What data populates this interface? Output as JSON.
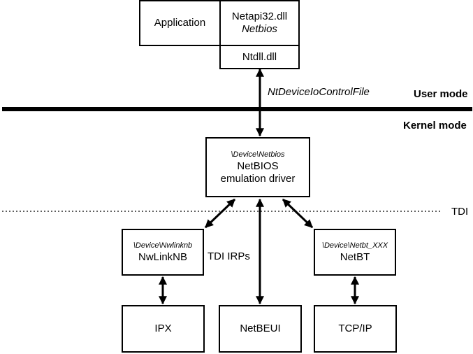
{
  "boxes": {
    "application": "Application",
    "netapi": "Netapi32.dll",
    "netbios_lib": "Netbios",
    "ntdll": "Ntdll.dll",
    "netbios_device": "\\Device\\Netbios",
    "netbios_driver_1": "NetBIOS",
    "netbios_driver_2": "emulation driver",
    "nwlink_device": "\\Device\\Nwlinknb",
    "nwlink": "NwLinkNB",
    "netbt_device": "\\Device\\Netbt_XXX",
    "netbt": "NetBT",
    "ipx": "IPX",
    "netbeui": "NetBEUI",
    "tcpip": "TCP/IP"
  },
  "labels": {
    "ioctl": "NtDeviceIoControlFile",
    "user_mode": "User mode",
    "kernel_mode": "Kernel mode",
    "tdi": "TDI",
    "tdi_irps": "TDI IRPs"
  }
}
